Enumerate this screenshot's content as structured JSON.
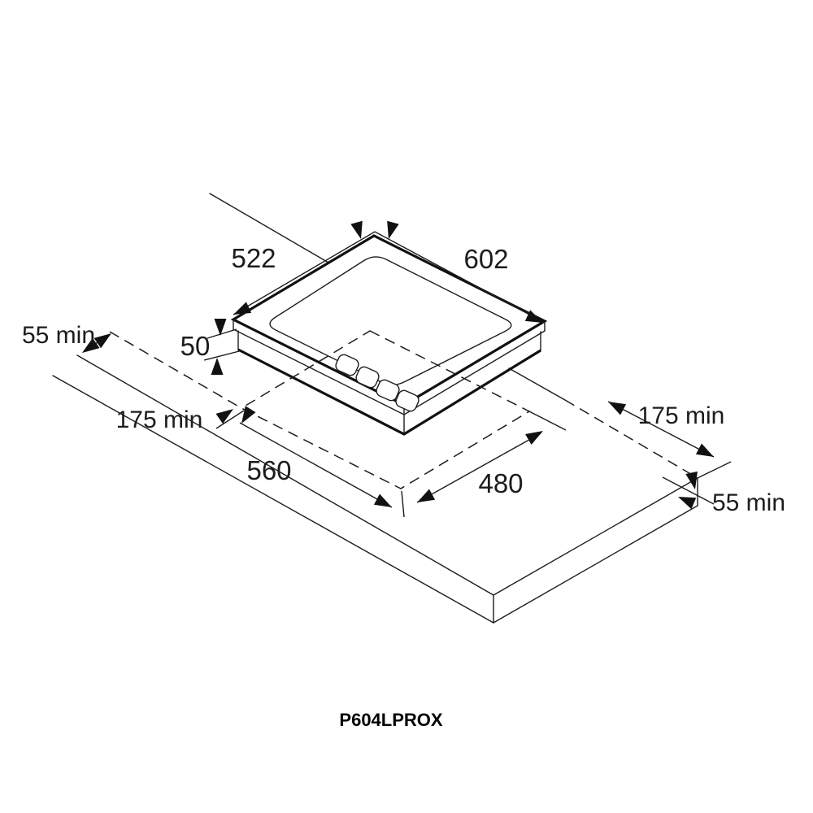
{
  "product": {
    "model": "P604LPROX"
  },
  "dimensions": {
    "hob_top_depth": {
      "label": "522",
      "unit_mm": 522
    },
    "hob_top_width": {
      "label": "602",
      "unit_mm": 602
    },
    "hob_body_height": {
      "label": "50",
      "unit_mm": 50
    },
    "edge_clearance_left": {
      "label": "55 min"
    },
    "side_clearance_left": {
      "label": "175 min"
    },
    "cutout_width": {
      "label": "560",
      "unit_mm": 560
    },
    "cutout_depth": {
      "label": "480",
      "unit_mm": 480
    },
    "side_clearance_right": {
      "label": "175 min"
    },
    "edge_clearance_right": {
      "label": "55 min"
    }
  },
  "colors": {
    "line": "#1c1c1c",
    "background": "#ffffff"
  }
}
